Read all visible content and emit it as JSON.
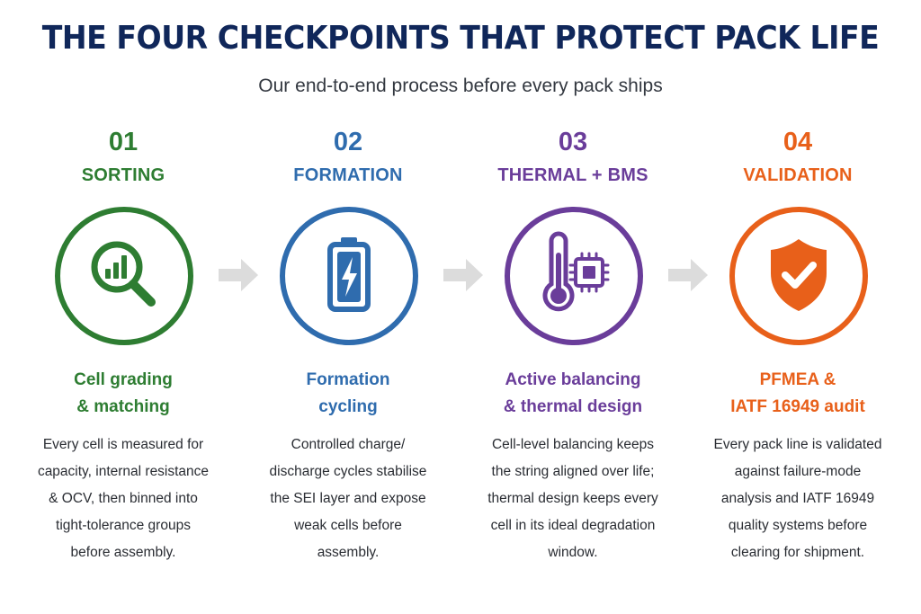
{
  "title": "THE FOUR CHECKPOINTS THAT PROTECT PACK LIFE",
  "subtitle": "Our end-to-end process before every pack ships",
  "colors": {
    "title": "#10275a",
    "arrow": "#dcdcdc"
  },
  "steps": [
    {
      "number": "01",
      "name": "SORTING",
      "icon": "magnifier-bar-chart-icon",
      "color": "#2e7d32",
      "heading": [
        "Cell grading",
        "& matching"
      ],
      "body": [
        "Every cell is measured for",
        "capacity, internal resistance",
        "& OCV, then binned into",
        "tight-tolerance groups",
        "before assembly."
      ]
    },
    {
      "number": "02",
      "name": "FORMATION",
      "icon": "battery-charging-icon",
      "color": "#2f6cae",
      "heading": [
        "Formation",
        "cycling"
      ],
      "body": [
        "Controlled charge/",
        "discharge cycles stabilise",
        "the SEI layer and expose",
        "weak cells before",
        "assembly."
      ]
    },
    {
      "number": "03",
      "name": "THERMAL + BMS",
      "icon": "thermometer-chip-icon",
      "color": "#6a3d9a",
      "heading": [
        "Active balancing",
        "& thermal design"
      ],
      "body": [
        "Cell-level balancing keeps",
        "the string aligned over life;",
        "thermal design keeps every",
        "cell in its ideal degradation",
        "window."
      ]
    },
    {
      "number": "04",
      "name": "VALIDATION",
      "icon": "shield-check-icon",
      "color": "#e8601a",
      "heading": [
        "PFMEA &",
        "IATF 16949 audit"
      ],
      "body": [
        "Every pack line is validated",
        "against failure-mode",
        "analysis and IATF 16949",
        "quality systems before",
        "clearing for shipment."
      ]
    }
  ]
}
